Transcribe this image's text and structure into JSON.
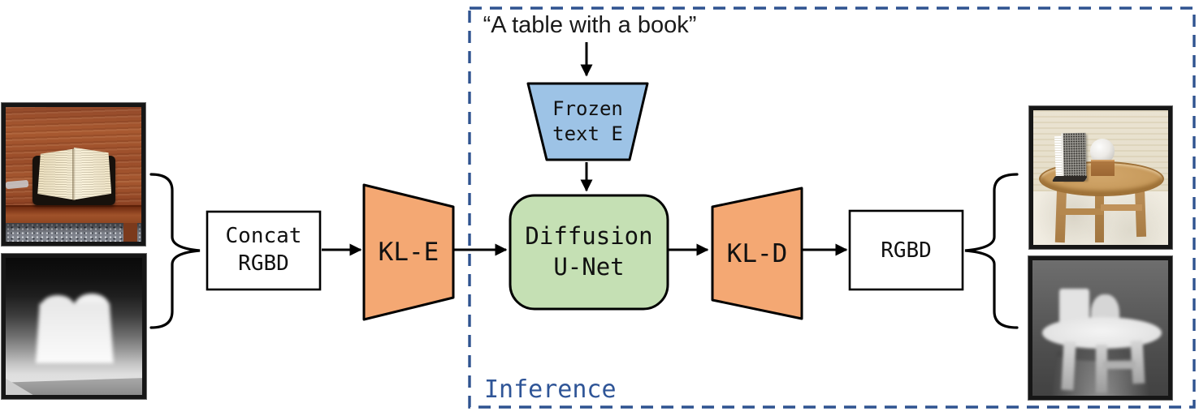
{
  "figure": {
    "prompt_text": "“A table with a book”",
    "region_label": "Inference",
    "nodes": {
      "concat_box": "Concat\nRGBD",
      "kl_encoder": "KL-E",
      "frozen_text_encoder": "Frozen\ntext E",
      "diffusion_unet": "Diffusion\nU-Net",
      "kl_decoder": "KL-D",
      "rgbd_box": "RGBD"
    },
    "images": {
      "input_rgb": "photo of an open book lying on a wooden table",
      "input_depth": "depth map of the open book",
      "output_rgb": "generated photo of a round wooden table with a book and a ball lamp",
      "output_depth": "generated depth map of the table with objects"
    },
    "colors": {
      "autoencoder_fill": "#F4A873",
      "text_encoder_fill": "#9DC3E6",
      "unet_fill": "#C5E0B4",
      "box_fill": "#FFFFFF",
      "stroke": "#000000",
      "inference_border": "#2F5390",
      "inference_text": "#2F5597"
    }
  }
}
